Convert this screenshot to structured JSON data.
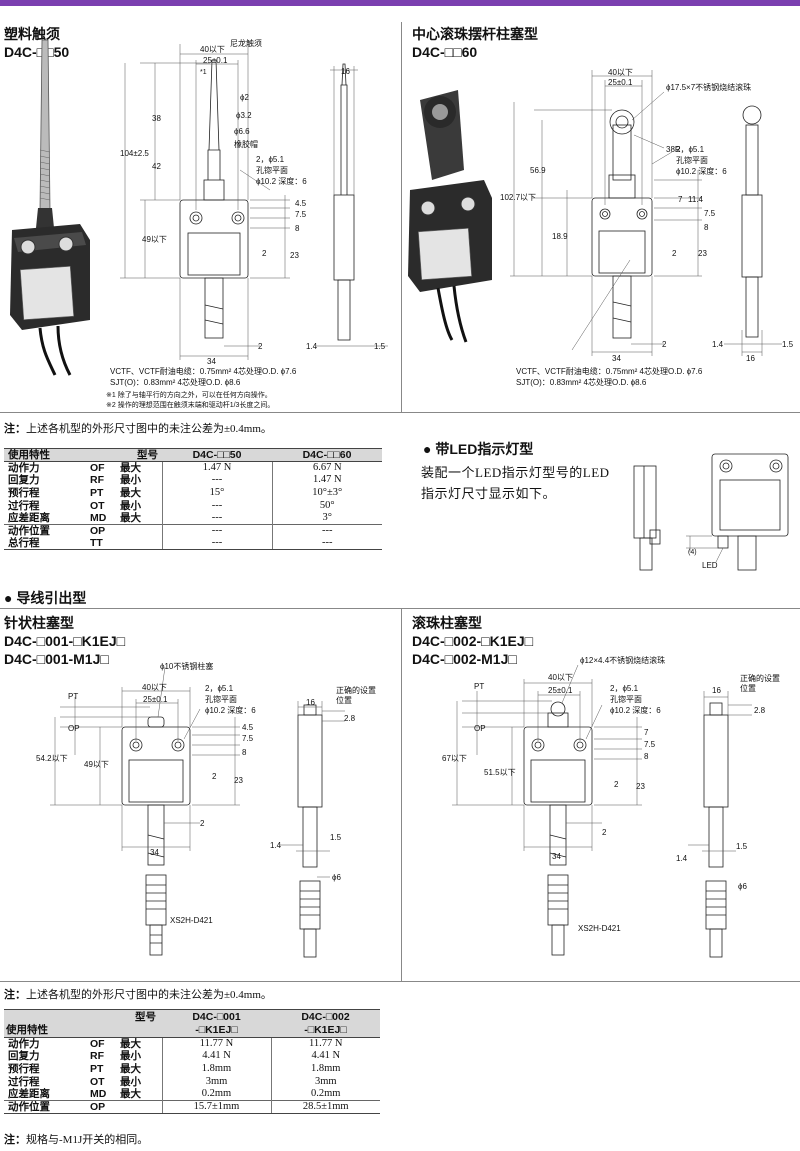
{
  "sections": {
    "s1": {
      "title": "塑料触须",
      "model": "D4C-□□50"
    },
    "s2": {
      "title": "中心滚珠摆杆柱塞型",
      "model": "D4C-□□60"
    },
    "s3": {
      "title": "针状柱塞型",
      "model1": "D4C-□001-□K1EJ□",
      "model2": "D4C-□001-M1J□"
    },
    "s4": {
      "title": "滚珠柱塞型",
      "model1": "D4C-□002-□K1EJ□",
      "model2": "D4C-□002-M1J□"
    },
    "led": {
      "title": "● 带LED指示灯型",
      "line1": "装配一个LED指示灯型号的LED",
      "line2": "指示灯尺寸显示如下。",
      "dim": "(4)",
      "label": "LED"
    },
    "lead": {
      "title": "● 导线引出型"
    }
  },
  "drawing1": {
    "nylon": "尼龙触须",
    "d40": "40以下",
    "d25": "25±0.1",
    "star1": "*1",
    "phi2": "ϕ2",
    "phi32": "ϕ3.2",
    "phi66": "ϕ6.6",
    "cap": "橡胶帽",
    "d38": "38",
    "d104": "104±2.5",
    "d42": "42",
    "hole1": "2，ϕ5.1",
    "hole2": "孔锪平面",
    "hole3": "ϕ10.2 深度：6",
    "d45": "4.5",
    "d75": "7.5",
    "d8": "8",
    "d2": "2",
    "d23": "23",
    "d49": "49以下",
    "d34": "34",
    "d2b": "2",
    "d16": "16",
    "d14": "1.4",
    "d15": "1.5",
    "cable1": "VCTF、VCTF耐油电缆：0.75mm² 4芯处理O.D. ϕ7.6",
    "cable2": "SJT(O)：0.83mm² 4芯处理O.D. ϕ8.6",
    "fn1": "※1 除了与轴平行的方向之外，可以在任何方向操作。",
    "fn2": "※2 操作的理想范围在触须末端和驱动杆1/3长度之间。"
  },
  "drawing2": {
    "d40": "40以下",
    "d25": "25±0.1",
    "roller": "ϕ17.5×7不锈钢烧结滚珠",
    "r38": "38R",
    "hole1": "2，ϕ5.1",
    "hole2": "孔锪平面",
    "hole3": "ϕ10.2 深度：6",
    "d569": "56.9",
    "d1027": "102.7以下",
    "d189": "18.9",
    "d7": "7",
    "d114": "11.4",
    "d75": "7.5",
    "d8": "8",
    "d2": "2",
    "d23": "23",
    "d34": "34",
    "d2b": "2",
    "d14": "1.4",
    "d16": "16",
    "d15": "1.5",
    "cable1": "VCTF、VCTF耐油电缆：0.75mm² 4芯处理O.D. ϕ7.6",
    "cable2": "SJT(O)：0.83mm² 4芯处理O.D. ϕ8.6"
  },
  "note1": {
    "label": "注：",
    "text": "上述各机型的外形尺寸图中的未注公差为±0.4mm。"
  },
  "table1": {
    "head": [
      "使用特性",
      "型号",
      "D4C-□□50",
      "D4C-□□60"
    ],
    "rows": [
      {
        "name": "动作力",
        "abbr": "OF",
        "mm": "最大",
        "v1": "1.47 N",
        "v2": "6.67 N"
      },
      {
        "name": "回复力",
        "abbr": "RF",
        "mm": "最小",
        "v1": "---",
        "v2": "1.47 N"
      },
      {
        "name": "预行程",
        "abbr": "PT",
        "mm": "最大",
        "v1": "15°",
        "v2": "10°±3°"
      },
      {
        "name": "过行程",
        "abbr": "OT",
        "mm": "最小",
        "v1": "---",
        "v2": "50°"
      },
      {
        "name": "应差距离",
        "abbr": "MD",
        "mm": "最大",
        "v1": "---",
        "v2": "3°"
      },
      {
        "name": "动作位置",
        "abbr": "OP",
        "mm": "",
        "v1": "---",
        "v2": "---"
      },
      {
        "name": "总行程",
        "abbr": "TT",
        "mm": "",
        "v1": "---",
        "v2": "---"
      }
    ]
  },
  "drawing3": {
    "plunger": "ϕ10不锈钢柱塞",
    "d40": "40以下",
    "d25": "25±0.1",
    "pt": "PT",
    "op": "OP",
    "hole1": "2，ϕ5.1",
    "hole2": "孔锪平面",
    "hole3": "ϕ10.2 深度：6",
    "d45": "4.5",
    "d75": "7.5",
    "d8": "8",
    "d2": "2",
    "d23": "23",
    "d542": "54.2以下",
    "d49": "49以下",
    "d34": "34",
    "d2b": "2",
    "conn": "XS2H-D421",
    "d16": "16",
    "pos1": "正确的设置",
    "pos2": "位置",
    "d28": "2.8",
    "d14": "1.4",
    "d15": "1.5",
    "phi6": "ϕ6"
  },
  "drawing4": {
    "roller": "ϕ12×4.4不锈钢烧结滚珠",
    "d40": "40以下",
    "d25": "25±0.1",
    "pt": "PT",
    "op": "OP",
    "hole1": "2，ϕ5.1",
    "hole2": "孔锪平面",
    "hole3": "ϕ10.2 深度：6",
    "d7": "7",
    "d75": "7.5",
    "d8": "8",
    "d2": "2",
    "d23": "23",
    "d67": "67以下",
    "d515": "51.5以下",
    "d34": "34",
    "d2b": "2",
    "conn": "XS2H-D421",
    "d16": "16",
    "pos1": "正确的设置",
    "pos2": "位置",
    "d28": "2.8",
    "d14": "1.4",
    "d15": "1.5",
    "phi6": "ϕ6"
  },
  "note2": {
    "label": "注：",
    "text": "上述各机型的外形尺寸图中的未注公差为±0.4mm。"
  },
  "table2": {
    "head_model": "型号",
    "head_use": "使用特性",
    "col1a": "D4C-□001",
    "col1b": "-□K1EJ□",
    "col2a": "D4C-□002",
    "col2b": "-□K1EJ□",
    "rows": [
      {
        "name": "动作力",
        "abbr": "OF",
        "mm": "最大",
        "v1": "11.77 N",
        "v2": "11.77 N"
      },
      {
        "name": "回复力",
        "abbr": "RF",
        "mm": "最小",
        "v1": "4.41 N",
        "v2": "4.41 N"
      },
      {
        "name": "预行程",
        "abbr": "PT",
        "mm": "最大",
        "v1": "1.8mm",
        "v2": "1.8mm"
      },
      {
        "name": "过行程",
        "abbr": "OT",
        "mm": "最小",
        "v1": "3mm",
        "v2": "3mm"
      },
      {
        "name": "应差距离",
        "abbr": "MD",
        "mm": "最大",
        "v1": "0.2mm",
        "v2": "0.2mm"
      },
      {
        "name": "动作位置",
        "abbr": "OP",
        "mm": "",
        "v1": "15.7±1mm",
        "v2": "28.5±1mm"
      }
    ]
  },
  "note3": {
    "label": "注：",
    "text": "规格与-M1J开关的相同。"
  }
}
